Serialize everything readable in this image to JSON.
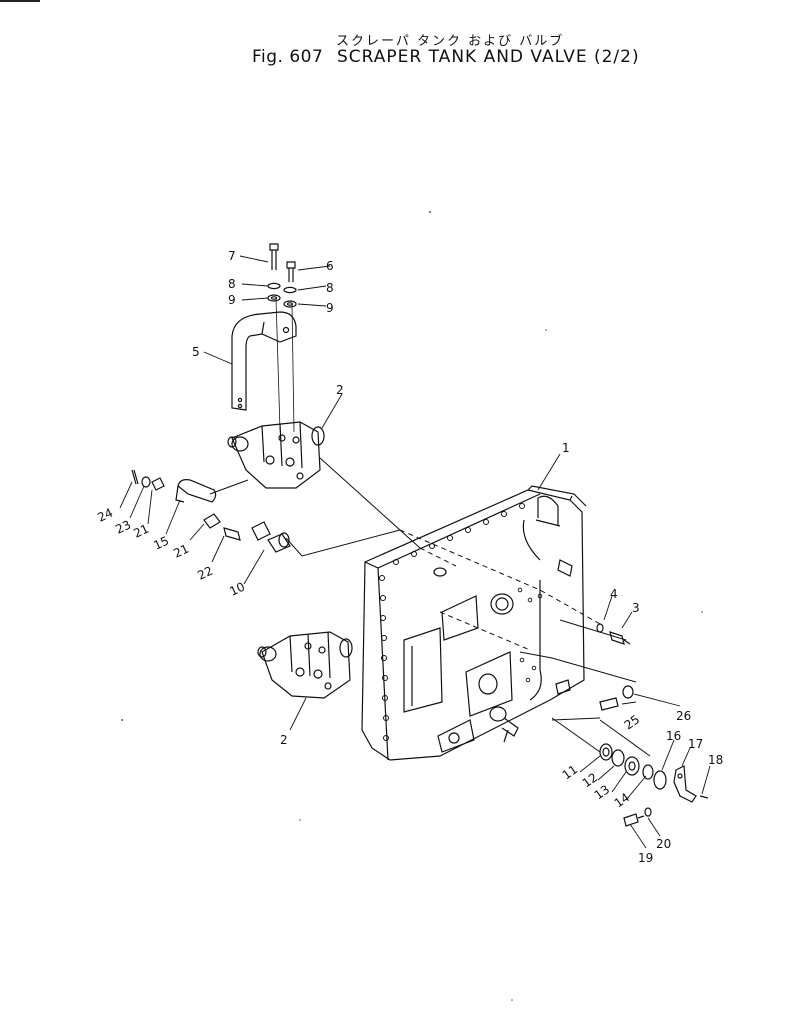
{
  "header": {
    "subtitle_jp": "スクレーパ タンク および バルブ",
    "fig_label": "Fig. 607",
    "title": "SCRAPER TANK AND VALVE (2/2)"
  },
  "callouts": [
    "1",
    "2",
    "2",
    "3",
    "4",
    "5",
    "6",
    "7",
    "8",
    "8",
    "9",
    "9",
    "10",
    "11",
    "12",
    "13",
    "14",
    "15",
    "16",
    "17",
    "18",
    "19",
    "20",
    "21",
    "21",
    "22",
    "23",
    "24",
    "25",
    "26"
  ],
  "colors": {
    "ink": "#111111",
    "paper": "#ffffff"
  }
}
